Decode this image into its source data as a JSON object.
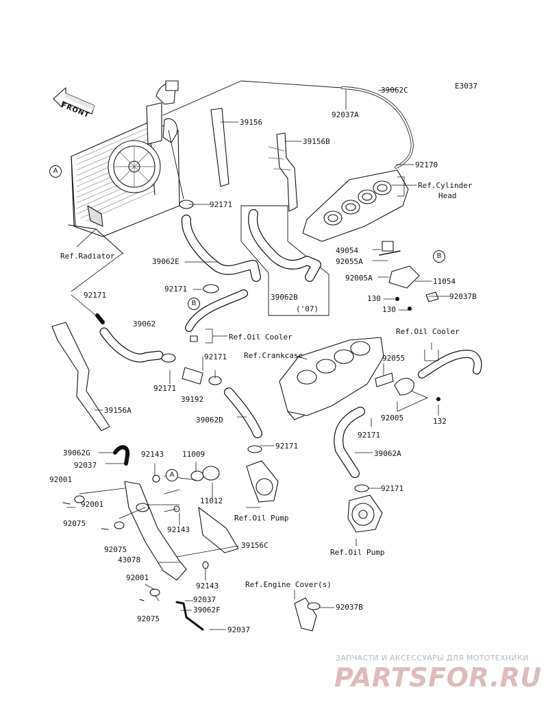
{
  "diagram_code": "E3037",
  "front_arrow_text": "FRONT",
  "callouts": {
    "circle_a": "A",
    "circle_b": "B"
  },
  "part_labels": {
    "p39062C": "39062C",
    "p92037A": "92037A",
    "p39156": "39156",
    "p39156B": "39156B",
    "p92170": "92170",
    "p92171_top": "92171",
    "p49054": "49054",
    "p92055A": "92055A",
    "p92005A": "92005A",
    "p11054": "11054",
    "p130a": "130",
    "p130b": "130",
    "p92037B_top": "92037B",
    "p39062E": "39062E",
    "p92171_e": "92171",
    "p39062B": "39062B",
    "p07": "('07)",
    "p92171_left": "92171",
    "p39062": "39062",
    "p92171_b": "92171",
    "p39192": "39192",
    "p92171_c": "92171",
    "p39062D": "39062D",
    "p39156A": "39156A",
    "p92055": "92055",
    "p92005": "92005",
    "p132": "132",
    "p92171_d": "92171",
    "p39062A": "39062A",
    "p92171_f": "92171",
    "p92171_g": "92171",
    "p39062G": "39062G",
    "p92143a": "92143",
    "p11009": "11009",
    "p92037a": "92037",
    "p92001a": "92001",
    "p92075a": "92075",
    "p92001b": "92001",
    "p92075b": "92075",
    "p11012": "11012",
    "p92143b": "92143",
    "p39156C": "39156C",
    "p43078": "43078",
    "p92143c": "92143",
    "p92001c": "92001",
    "p92037b": "92037",
    "p39062F": "39062F",
    "p92075c": "92075",
    "p92037c": "92037",
    "p92037B_bot": "92037B"
  },
  "reference_labels": {
    "radiator": "Ref.Radiator",
    "cylinder_head": "Ref.Cylinder",
    "cylinder_head_2": "Head",
    "oil_cooler_1": "Ref.Oil Cooler",
    "crankcase": "Ref.Crankcase",
    "oil_cooler_2": "Ref.Oil Cooler",
    "oil_pump_1": "Ref.Oil Pump",
    "oil_pump_2": "Ref.Oil Pump",
    "engine_cover": "Ref.Engine Cover(s)"
  },
  "watermark": {
    "tagline": "ЗАПЧАСТИ И АКСЕССУАРЫ ДЛЯ МОТОТЕХНИКИ",
    "logo": "PARTSFOR.RU"
  }
}
